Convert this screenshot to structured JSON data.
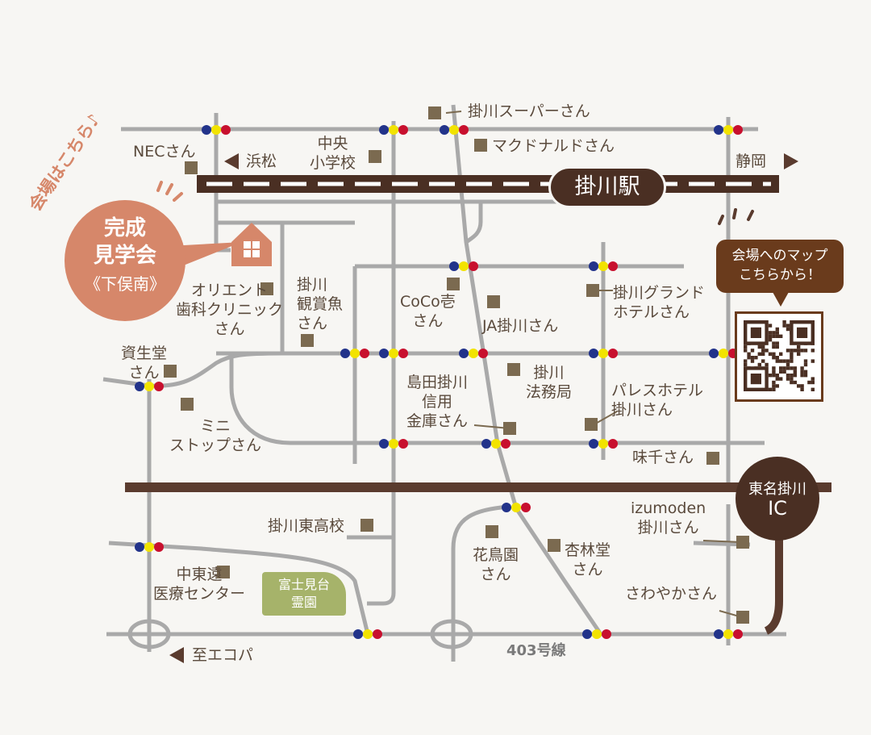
{
  "accent": {
    "brown": "#4a2f23",
    "orange": "#d6876a",
    "road": "#a9a9a9",
    "marker": "#7b6a50",
    "park": "#a6b36a",
    "signal_blue": "#22338a",
    "signal_yellow": "#f2e300",
    "signal_red": "#c8102e"
  },
  "badge": {
    "line1": "完成",
    "line2": "見学会",
    "line3": "《下俣南》"
  },
  "here_text": "会場はこちら♪",
  "station": "掛川駅",
  "ic": {
    "line1": "東名掛川",
    "line2": "IC"
  },
  "callout": "会場へのマップ\nこちらから！",
  "park": "富士見台\n霊園",
  "route": "403号線",
  "directions": {
    "hamamatsu": "浜松",
    "shizuoka": "静岡",
    "ecopa": "至エコパ"
  },
  "icons": {
    "house": "house-icon",
    "qr": "qr-code-icon"
  },
  "labels": {
    "nec": "NECさん",
    "chuo": "中央\n小学校",
    "super": "掛川スーパーさん",
    "mcd": "マクドナルドさん",
    "orient": "オリエント\n歯科クリニック\nさん",
    "kansho": "掛川\n観賞魚\nさん",
    "coco": "CoCo壱\nさん",
    "ja": "JA掛川さん",
    "grand": "掛川グランド\nホテルさん",
    "shiseido": "資生堂\nさん",
    "ministop": "ミニ\nストップさん",
    "shimada": "島田掛川\n信用\n金庫さん",
    "homukyoku": "掛川\n法務局",
    "palace": "パレスホテル\n掛川さん",
    "ajisen": "味千さん",
    "higashi": "掛川東高校",
    "izumoden": "izumoden\n掛川さん",
    "chutoen": "中東遠\n医療センター",
    "kachoen": "花鳥園\nさん",
    "kyorindo": "杏林堂\nさん",
    "sawayaka": "さわやかさん"
  }
}
